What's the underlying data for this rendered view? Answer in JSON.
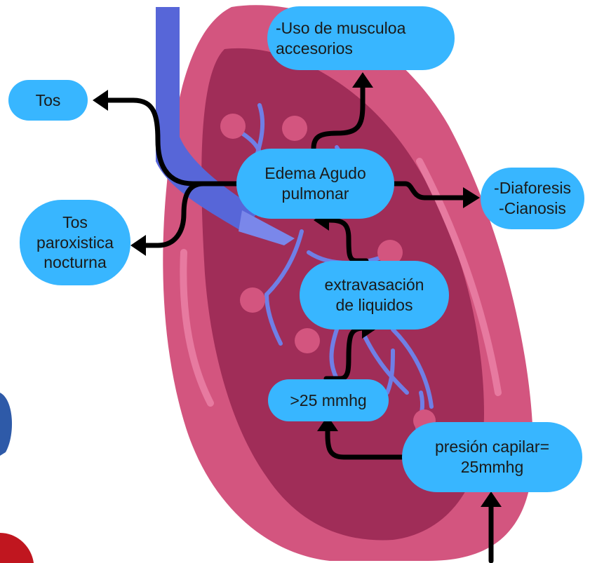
{
  "diagram": {
    "nodes": {
      "edema": "Edema Agudo\npulmonar",
      "musculos": "-Uso de musculoa\naccesorios",
      "tos": "Tos",
      "tos_paroxistica": "Tos\nparoxistica\nnocturna",
      "diaforesis": "-Diaforesis\n-Cianosis",
      "extravasacion": "extravasación\nde liquidos",
      "mmhg": ">25 mmhg",
      "presion": "presión capilar=\n25mmhg"
    },
    "colors": {
      "node_fill": "#38b6ff",
      "lung_outer": "#d3557f",
      "lung_inner": "#a02d58",
      "vessels": "#6f7fe6",
      "arrows": "#000000"
    }
  }
}
